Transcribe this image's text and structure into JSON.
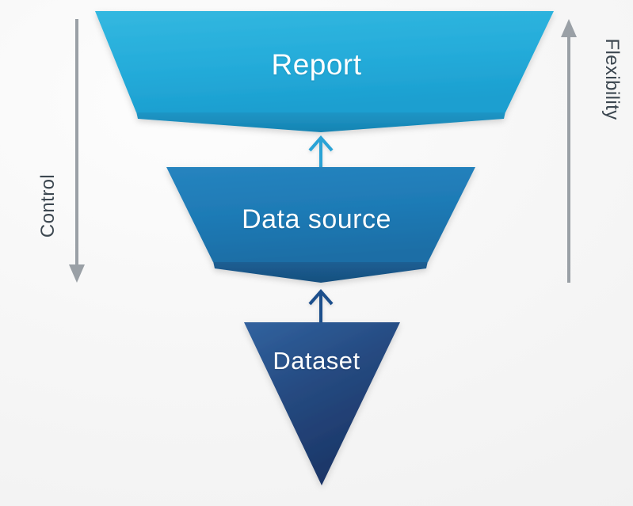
{
  "diagram": {
    "title": "Report / Data source / Dataset funnel",
    "background_color": "#f4f4f4",
    "stages": [
      {
        "id": "report",
        "label": "Report",
        "shape": "trapezoid",
        "level": 1,
        "fill_top": "#2BB3DE",
        "fill_bottom": "#1FA3D4",
        "fold_color": "#1C87B8",
        "text_color": "#ffffff"
      },
      {
        "id": "data-source",
        "label": "Data source",
        "shape": "trapezoid",
        "level": 2,
        "fill_top": "#1F7FBA",
        "fill_bottom": "#1C6FA8",
        "fold_color": "#1A5C92",
        "text_color": "#ffffff"
      },
      {
        "id": "dataset",
        "label": "Dataset",
        "shape": "inverted-triangle",
        "level": 3,
        "fill_top": "#2D5C97",
        "fill_bottom": "#1B3566",
        "fold_color": "#1B3566",
        "text_color": "#ffffff"
      }
    ],
    "connectors": [
      {
        "id": "arrow-dataset-to-datasource",
        "from": "dataset",
        "to": "data-source",
        "direction": "up",
        "color": "#1D4F8C"
      },
      {
        "id": "arrow-datasource-to-report",
        "from": "data-source",
        "to": "report",
        "direction": "up",
        "color": "#2BA3D6"
      }
    ],
    "axes": [
      {
        "id": "control",
        "label": "Control",
        "side": "left",
        "arrow_direction": "down",
        "color": "#9aa0a6",
        "text_color": "#3c4750"
      },
      {
        "id": "flexibility",
        "label": "Flexibility",
        "side": "right",
        "arrow_direction": "up",
        "color": "#9aa0a6",
        "text_color": "#3c4750"
      }
    ]
  }
}
